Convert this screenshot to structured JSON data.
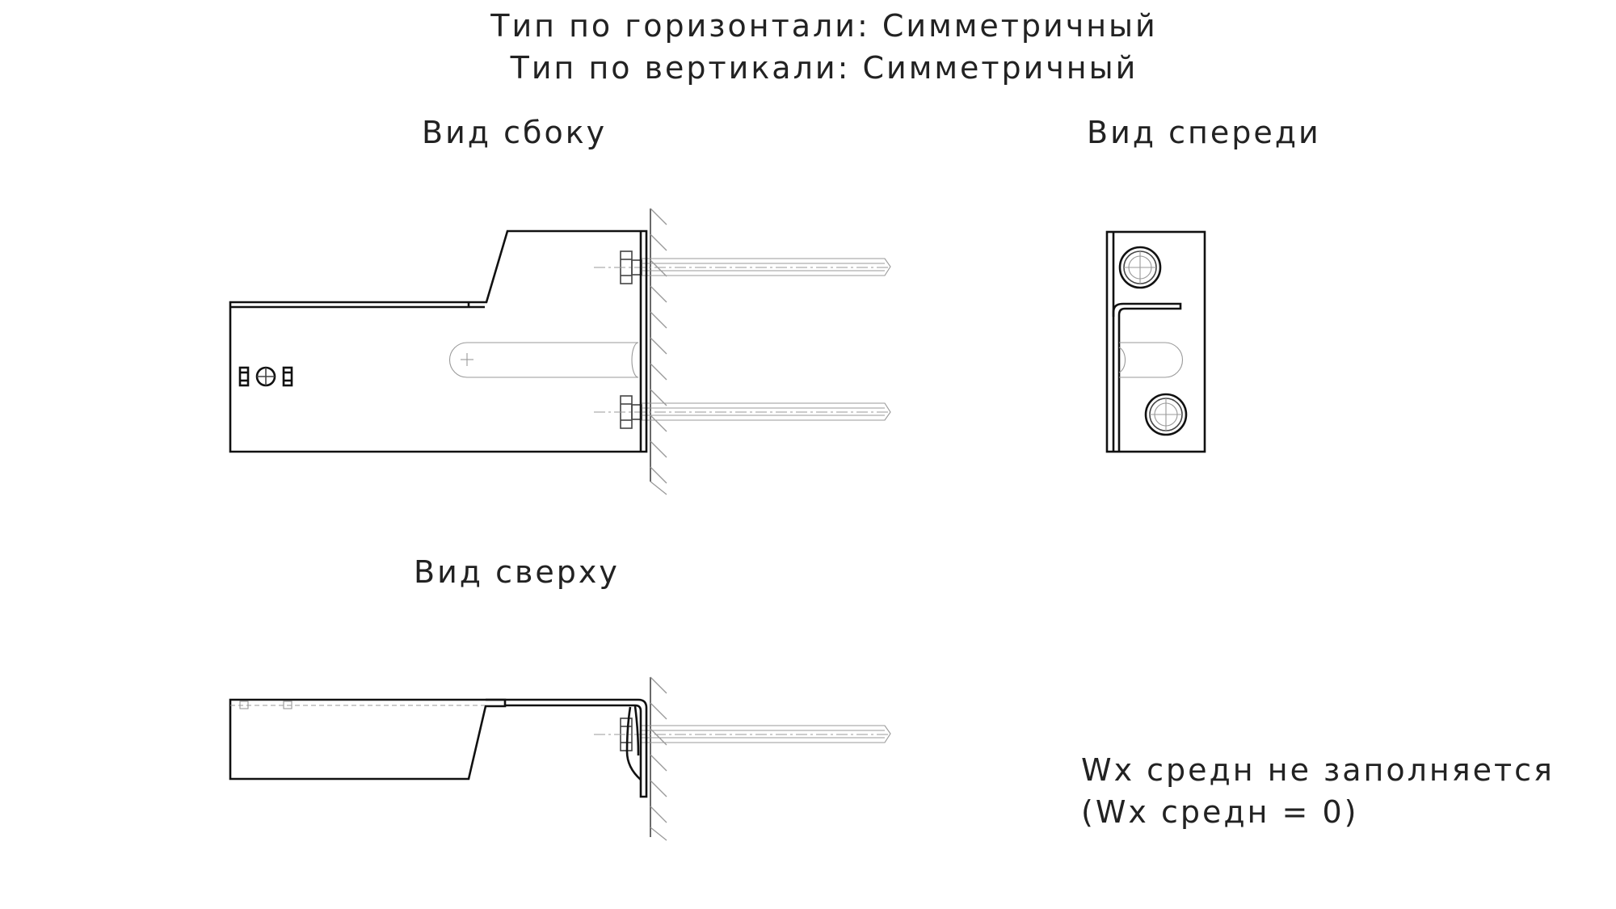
{
  "header": {
    "line1": "Тип по горизонтали: Симметричный",
    "line2": "Тип по вертикали: Симметричный"
  },
  "views": {
    "side": {
      "label": "Вид сбоку"
    },
    "front": {
      "label": "Вид спереди"
    },
    "top": {
      "label": "Вид сверху"
    }
  },
  "note": {
    "line1": "Wx средн не  заполняется",
    "line2": "(Wx средн = 0)"
  },
  "colors": {
    "line": "#111111",
    "thin": "#999999",
    "text": "#222222"
  }
}
